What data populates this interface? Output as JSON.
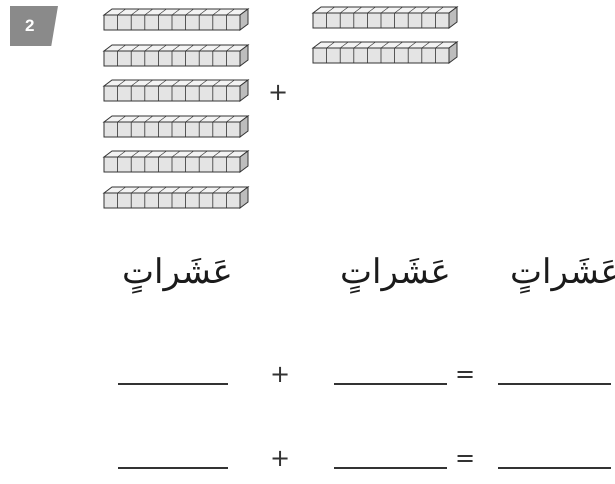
{
  "problem": {
    "number": "2"
  },
  "model": {
    "group_a": {
      "tens_rods": 6
    },
    "group_b": {
      "tens_rods": 2
    },
    "operator": "+"
  },
  "labels": {
    "tens_word": "عَشَراتٍ"
  },
  "equations": [
    {
      "plus": "+",
      "equals": "="
    },
    {
      "plus": "+",
      "equals": "="
    }
  ],
  "colors": {
    "rod_fill": "#e4e4e4",
    "rod_top": "#f3f3f3",
    "rod_side": "#bdbdbd",
    "rod_stroke": "#333333",
    "badge": "#8a8a8a"
  }
}
